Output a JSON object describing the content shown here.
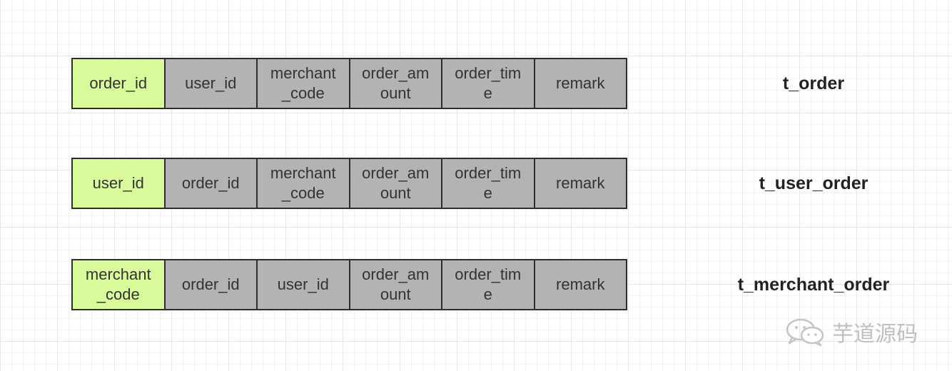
{
  "tables": [
    {
      "name": "t_order",
      "columns": [
        "order_id",
        "user_id",
        "merchant_code",
        "order_amount",
        "order_time",
        "remark"
      ]
    },
    {
      "name": "t_user_order",
      "columns": [
        "user_id",
        "order_id",
        "merchant_code",
        "order_amount",
        "order_time",
        "remark"
      ]
    },
    {
      "name": "t_merchant_order",
      "columns": [
        "merchant_code",
        "order_id",
        "user_id",
        "order_amount",
        "order_time",
        "remark"
      ]
    }
  ],
  "colors": {
    "shard_key": "#d9fa9a",
    "column": "#b3b3b3",
    "border": "#2d2d2d"
  },
  "watermark": {
    "text": "芋道源码",
    "icon": "wechat-icon"
  }
}
